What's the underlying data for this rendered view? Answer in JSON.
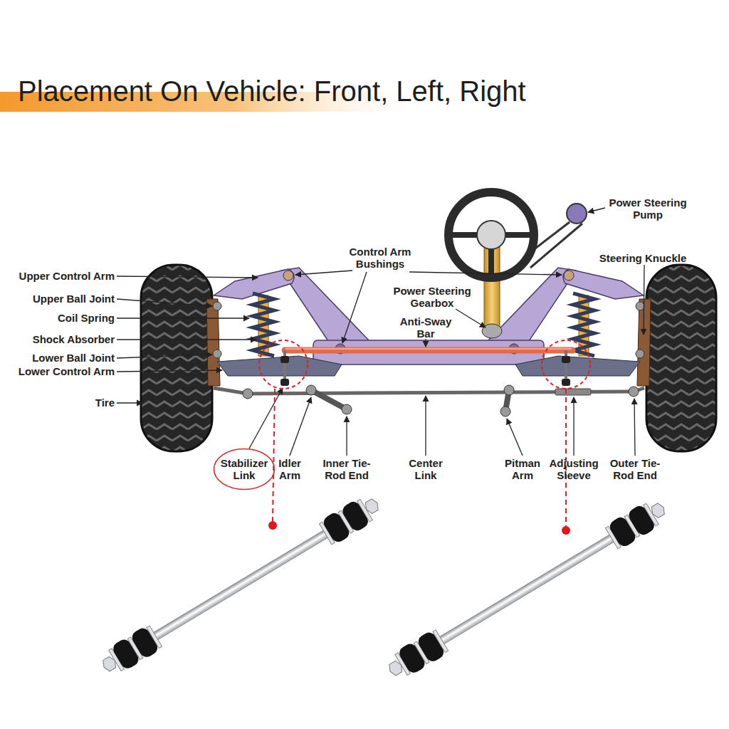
{
  "diagram": {
    "title": "Placement On Vehicle: Front, Left, Right",
    "nodes": [
      {
        "text": [
          "Stabilizer Link"
        ]
      }
    ],
    "labels": [
      "Power Steering Pump",
      "Steering Knuckle",
      "Upper Control Arm",
      "Upper Ball Joint",
      "Coil Spring",
      "Shock Absorber",
      "Lower Ball Joint",
      "Lower Control Arm",
      "Tire",
      "Control Arm Bushings",
      "Power Steering Gearbox",
      "Anti-Sway Bar",
      "Idler Arm",
      "Inner Tie-Rod End",
      "Center Link",
      "Pitman Arm",
      "Adjusting Sleeve",
      "Outer Tie-Rod End"
    ]
  }
}
